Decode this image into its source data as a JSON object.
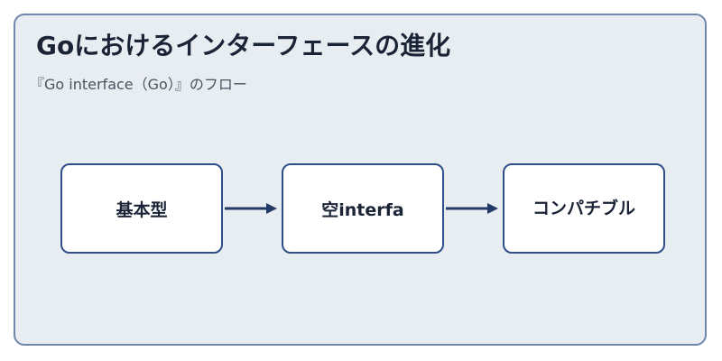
{
  "diagram": {
    "title": "Goにおけるインターフェースの進化",
    "subtitle": "『Go interface（Go）』のフロー",
    "nodes": [
      {
        "label": "基本型"
      },
      {
        "label": "空interfa"
      },
      {
        "label": "コンパチブル"
      }
    ],
    "colors": {
      "panel_background": "#e8edf2",
      "panel_border": "#6f86ad",
      "node_border": "#2f4f8a",
      "arrow": "#243a66",
      "text": "#1b2436"
    }
  }
}
